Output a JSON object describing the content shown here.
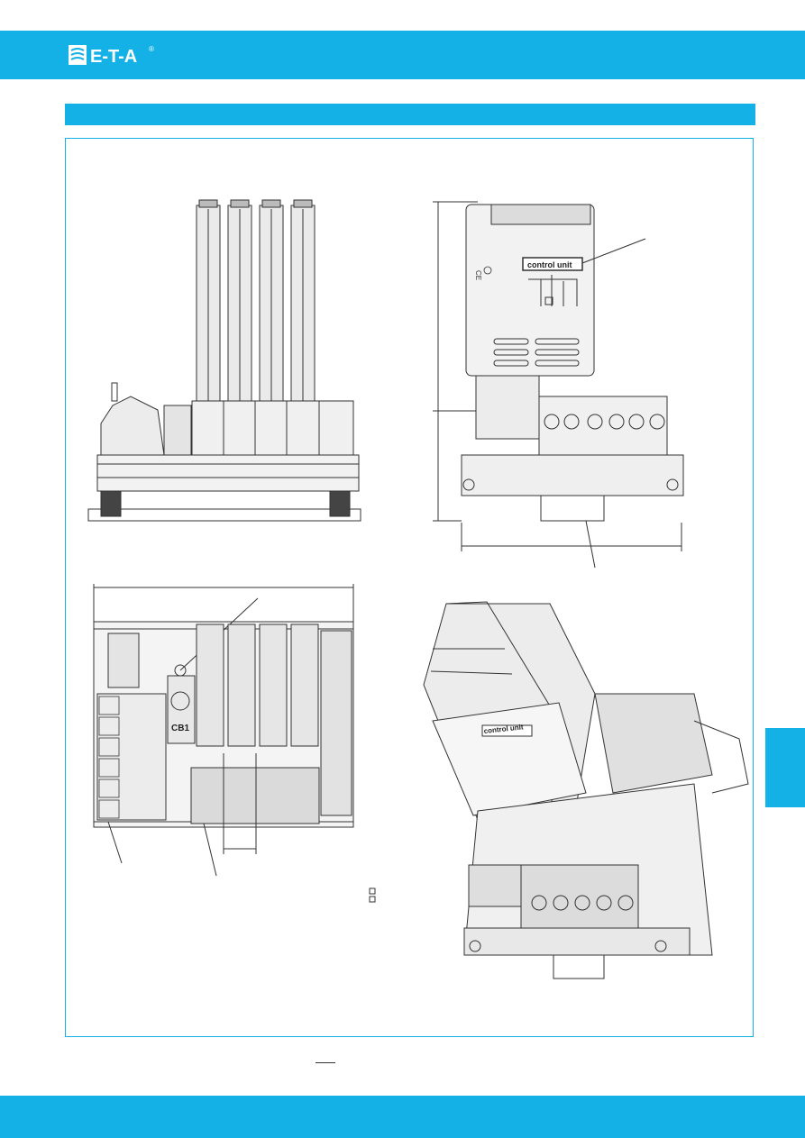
{
  "brand": {
    "logo_text": "E-T-A",
    "logo_mark": "®"
  },
  "colors": {
    "accent": "#14b1e7",
    "line": "#333333",
    "fill_light": "#e8e8e8"
  },
  "labels": {
    "control_unit_side": "control unit",
    "control_unit_iso": "control unit",
    "cb1": "CB1"
  },
  "icons": [
    "eta-logo-icon",
    "ce-mark-icon",
    "ul-mark-icon"
  ]
}
